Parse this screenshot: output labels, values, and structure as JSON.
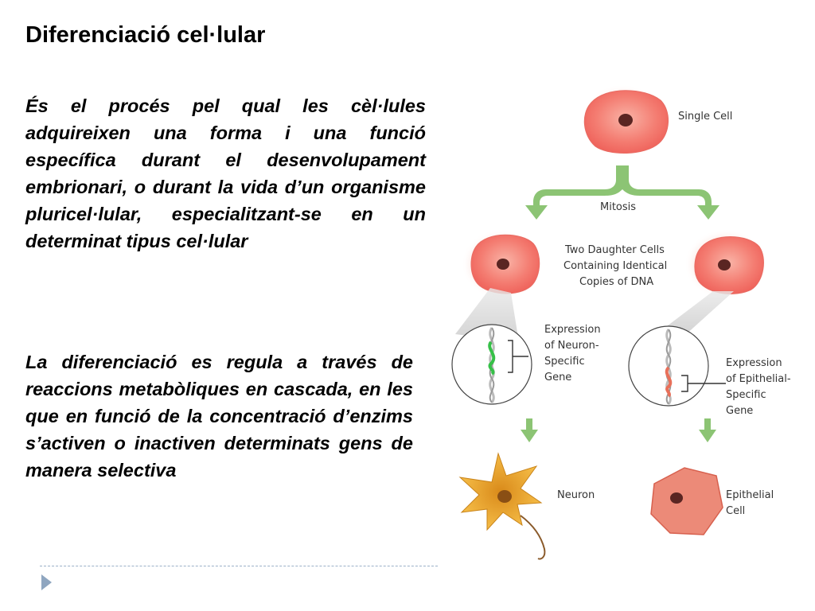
{
  "slide": {
    "title": "Diferenciació cel·lular",
    "paragraph1": "És el procés pel qual les cèl·lules adquireixen una forma i una funció específica durant el desenvolupament embrionari, o durant la vida d’un organisme pluricel·lular, especialitzant-se en un determinat tipus cel·lular",
    "paragraph2": "La diferenciació es regula a través de reaccions metabòliques en cascada, en les que en funció de la concentració d’enzims s’activen o inactiven determinats gens de manera selectiva"
  },
  "diagram": {
    "single_cell": "Single Cell",
    "mitosis": "Mitosis",
    "daughter_line1": "Two Daughter Cells",
    "daughter_line2": "Containing Identical",
    "daughter_line3": "Copies of DNA",
    "neuron_gene_line1": "Expression",
    "neuron_gene_line2": "of Neuron-",
    "neuron_gene_line3": "Specific",
    "neuron_gene_line4": "Gene",
    "epi_gene_line1": "Expression",
    "epi_gene_line2": "of Epithelial-",
    "epi_gene_line3": "Specific",
    "epi_gene_line4": "Gene",
    "neuron": "Neuron",
    "epithelial_line1": "Epithelial",
    "epithelial_line2": "Cell"
  },
  "colors": {
    "arrow_green": "#8cc474",
    "cell_red": "#f2706a",
    "neuron_gold": "#f0a830",
    "epithelial": "#ec8a78"
  }
}
